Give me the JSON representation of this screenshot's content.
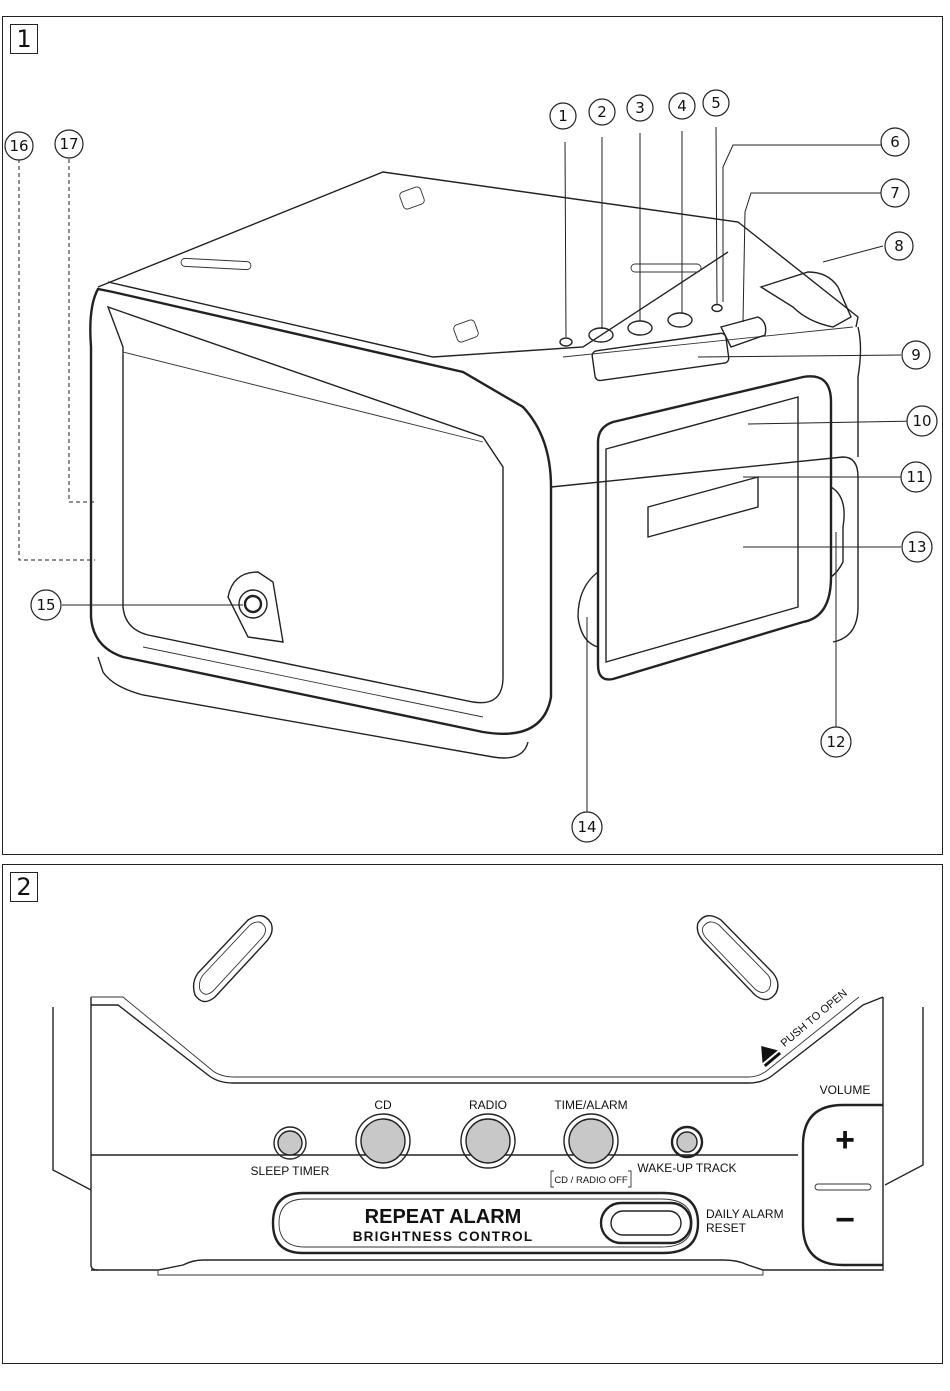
{
  "panels": [
    {
      "number": "1"
    },
    {
      "number": "2"
    }
  ],
  "callouts": [
    "1",
    "2",
    "3",
    "4",
    "5",
    "6",
    "7",
    "8",
    "9",
    "10",
    "11",
    "12",
    "13",
    "14",
    "15",
    "16",
    "17"
  ],
  "top_panel": {
    "volume_label": "VOLUME",
    "plus_symbol": "+",
    "minus_symbol": "−",
    "push_to_open": "PUSH TO OPEN",
    "buttons": {
      "sleep_timer": "SLEEP TIMER",
      "cd": "CD",
      "radio": "RADIO",
      "time_alarm": "TIME/ALARM",
      "cd_radio_off": "CD / RADIO OFF",
      "wake_up_track": "WAKE-UP TRACK"
    },
    "repeat_alarm": "REPEAT ALARM",
    "brightness_control": "BRIGHTNESS CONTROL",
    "daily_alarm_line1": "DAILY ALARM",
    "daily_alarm_line2": "RESET"
  }
}
